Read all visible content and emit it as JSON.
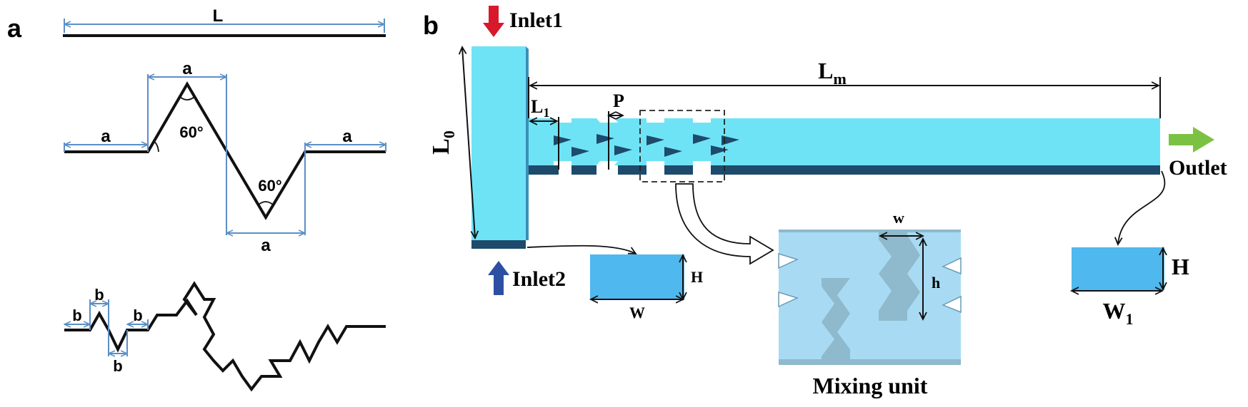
{
  "panel_a": {
    "label": "a",
    "length_label": "L",
    "segment_label": "a",
    "angle_label": "60°",
    "small_segment_label": "b"
  },
  "panel_b": {
    "label": "b",
    "inlet1": "Inlet1",
    "inlet2": "Inlet2",
    "outlet": "Outlet",
    "L0_main": "L",
    "L0_sub": "0",
    "Lm_main": "L",
    "Lm_sub": "m",
    "L1_main": "L",
    "L1_sub": "1",
    "P": "P",
    "W": "W",
    "H": "H",
    "W1_main": "W",
    "W1_sub": "1",
    "w": "w",
    "h": "h",
    "mixing_unit": "Mixing unit"
  },
  "colors": {
    "channel_top": "#6ee3f6",
    "channel_side": "#1e4a6b",
    "cross_section": "#4fb8ee",
    "mixing_unit": "#a8dbf3",
    "inlet1_arrow": "#d8192b",
    "inlet2_arrow": "#2d4fa3",
    "outlet_arrow": "#7cc242",
    "dimension_line": "#5b8fc7"
  }
}
